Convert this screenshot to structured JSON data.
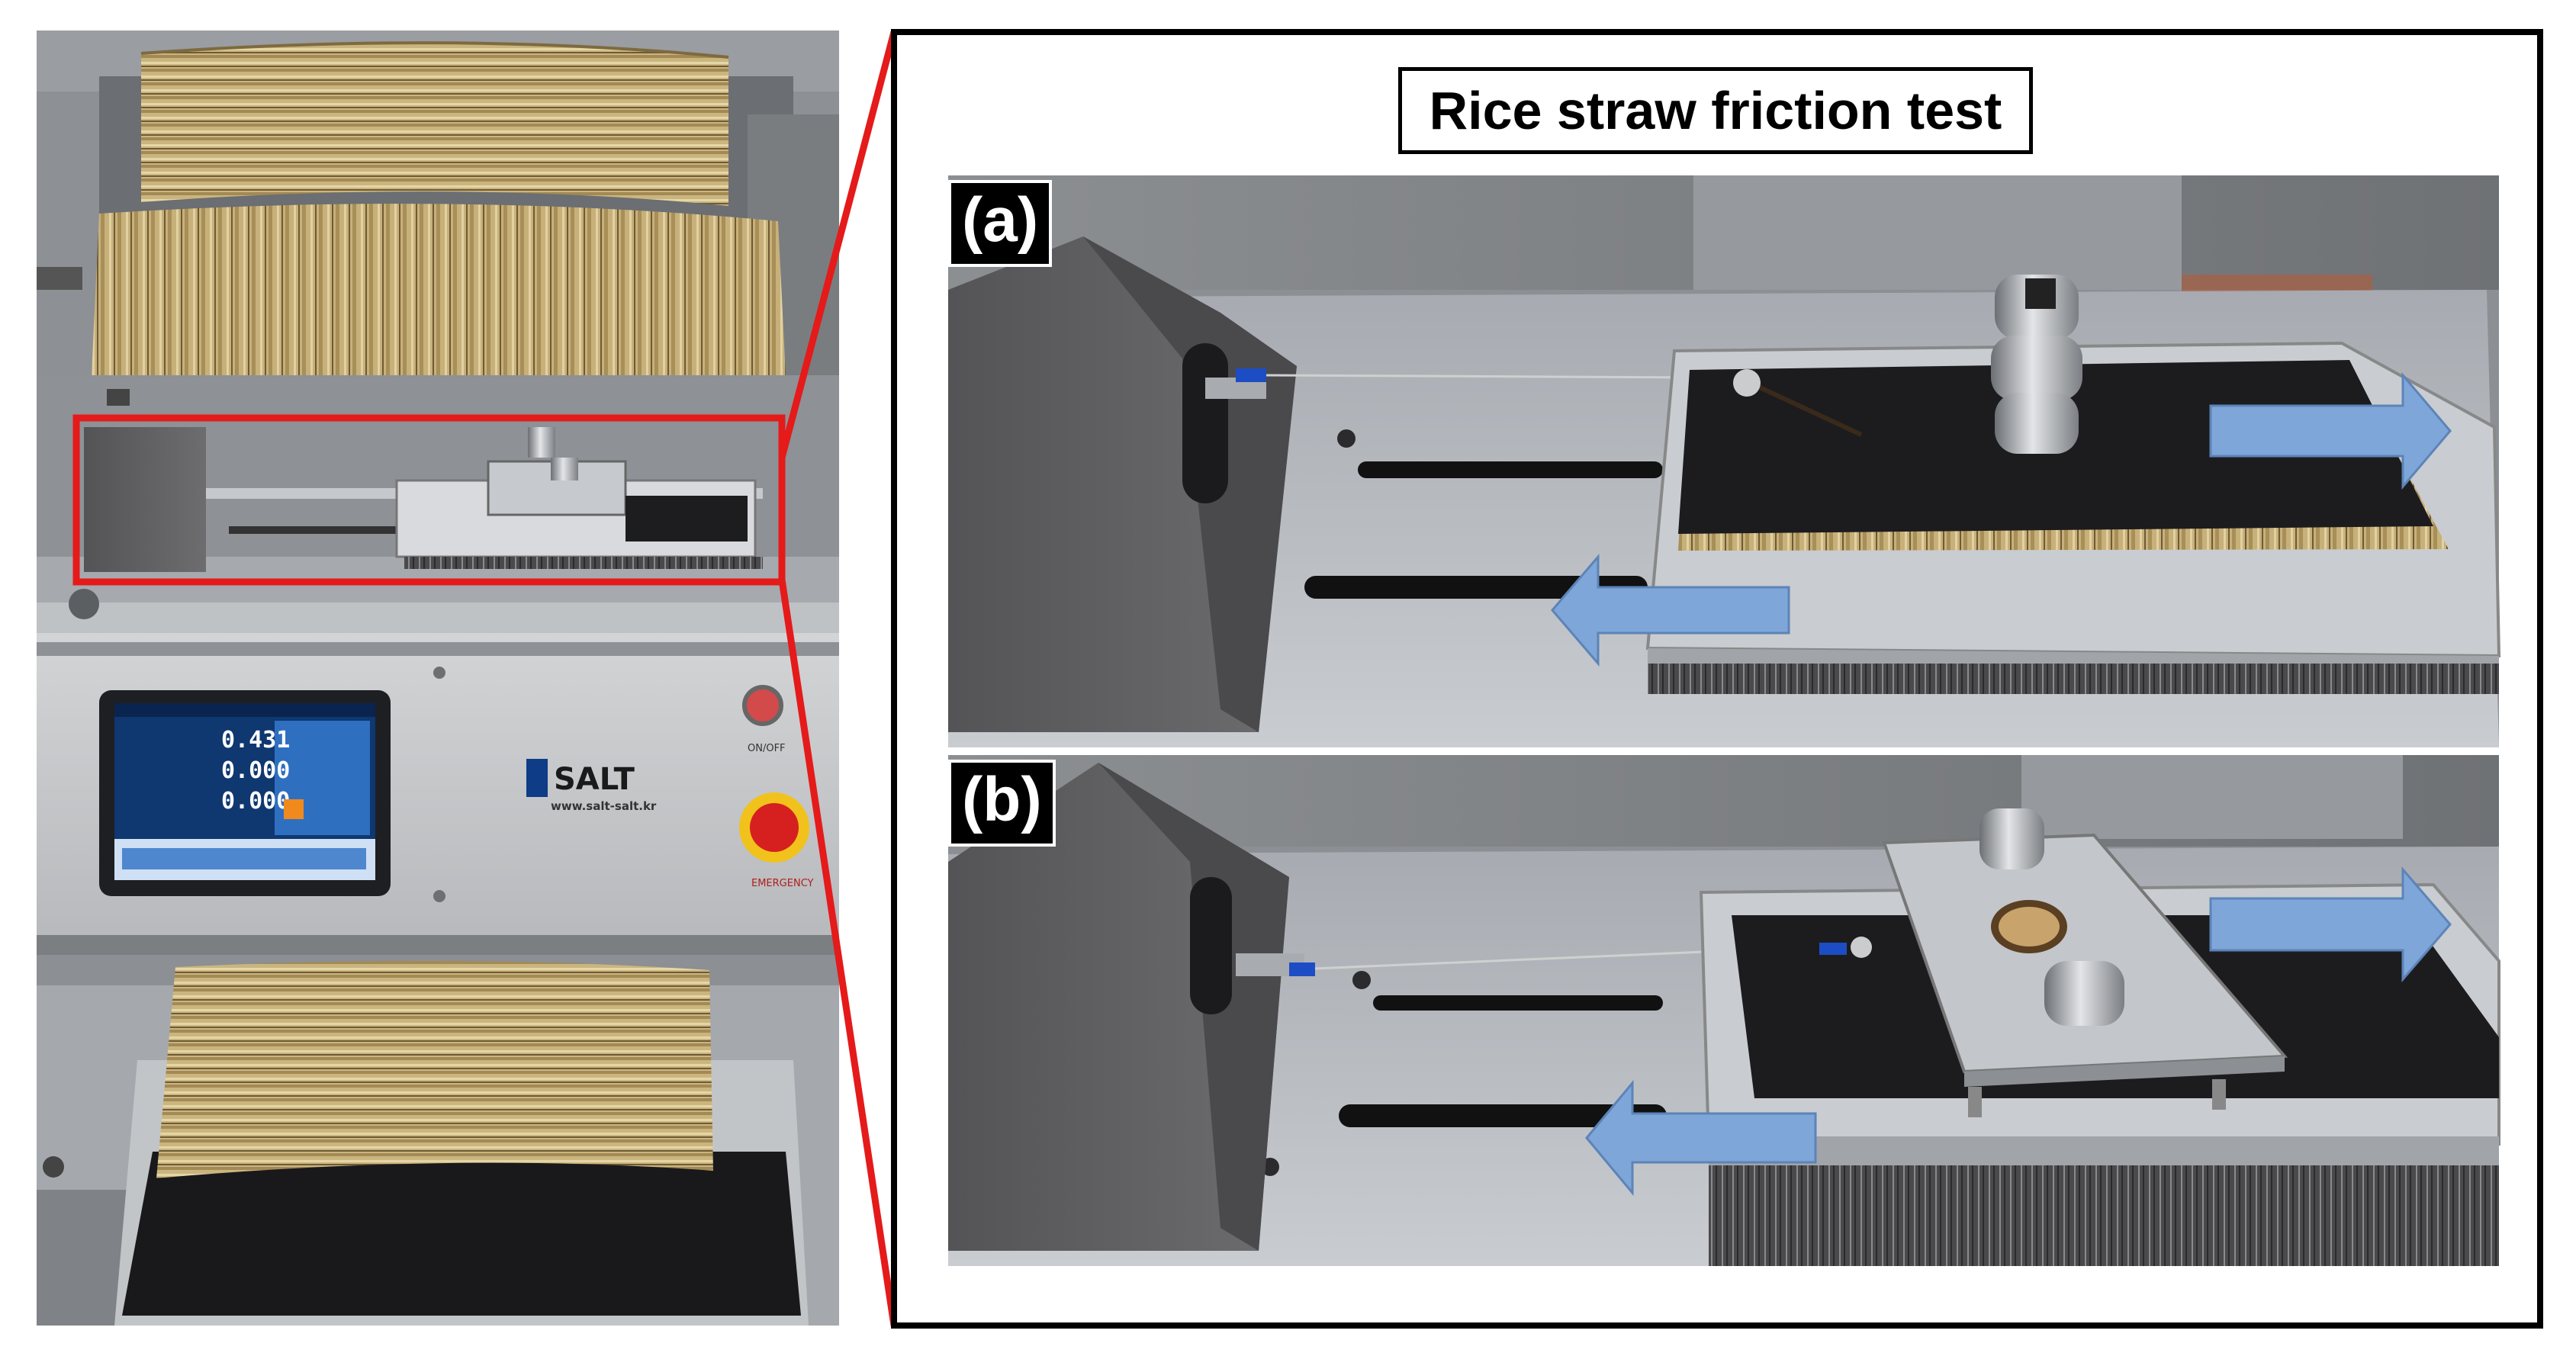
{
  "title": "Rice straw friction test",
  "panels": [
    {
      "label": "(a)"
    },
    {
      "label": "(b)"
    }
  ],
  "machine_display": {
    "reading_1": "0.431",
    "reading_2": "0.000",
    "reading_3": "0.000"
  },
  "machine_branding": {
    "logo_text": "SALT",
    "website": "www.salt-salt.kr",
    "power_label": "ON/OFF",
    "emergency_label": "EMERGENCY"
  },
  "colors": {
    "highlight_red": "#e51a1a",
    "arrow_blue": "#7ea6d8",
    "frame_black": "#000000",
    "straw": "#c8b278",
    "rubber_pad": "#1c1c1f",
    "aluminum": "#b9bcc0",
    "housing_gray": "#5b5b5e"
  },
  "icons": [
    "arrow-right-icon",
    "arrow-left-icon"
  ]
}
